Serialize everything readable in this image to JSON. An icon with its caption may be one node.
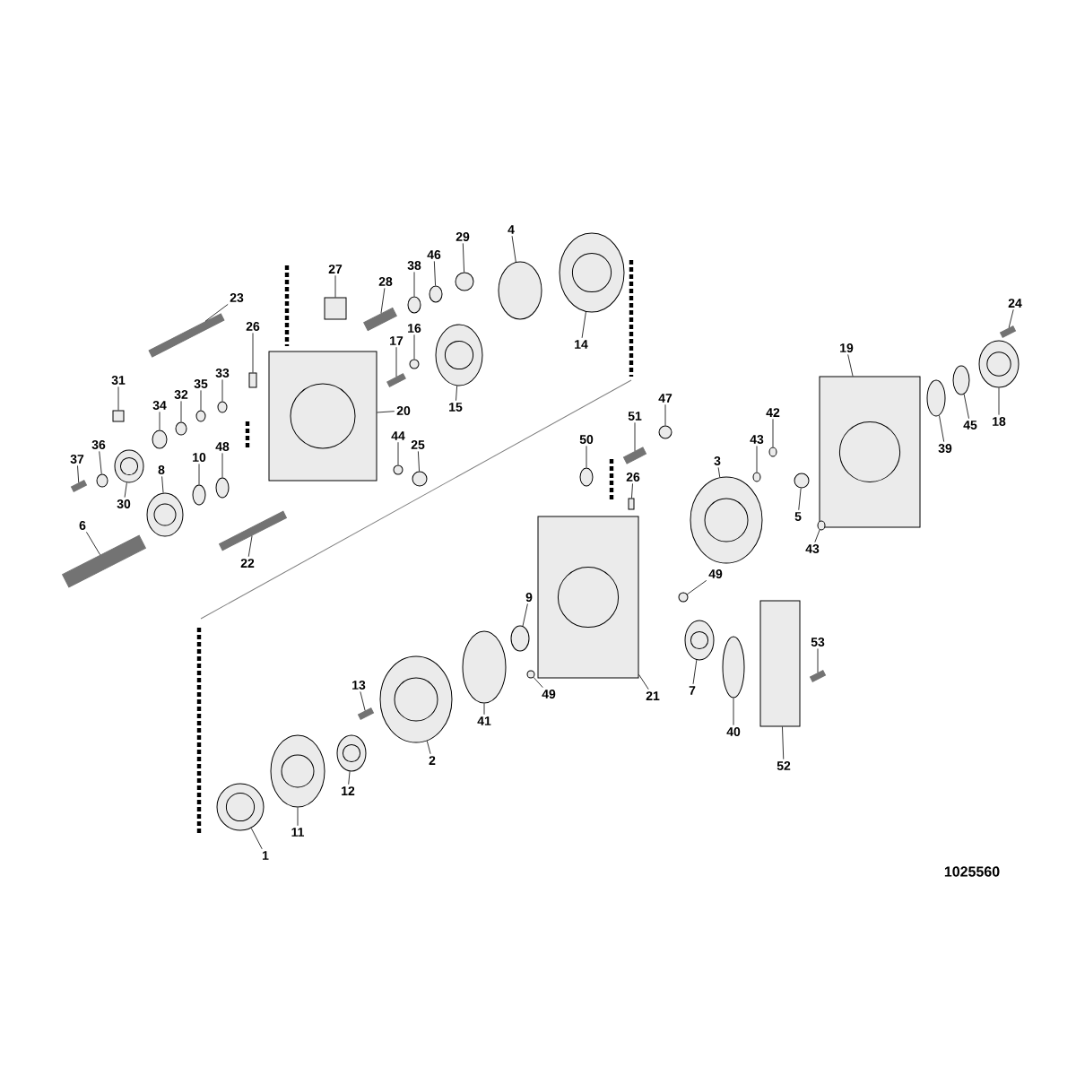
{
  "diagram": {
    "nodes": [
      {
        "text": [
          "23"
        ]
      },
      {
        "text": [
          "27"
        ]
      },
      {
        "text": [
          "28"
        ]
      },
      {
        "text": [
          "38"
        ]
      },
      {
        "text": [
          "46"
        ]
      },
      {
        "text": [
          "29"
        ]
      },
      {
        "text": [
          "4"
        ]
      },
      {
        "text": [
          "14"
        ]
      },
      {
        "text": [
          "26"
        ]
      },
      {
        "text": [
          "16"
        ]
      },
      {
        "text": [
          "17"
        ]
      },
      {
        "text": [
          "20"
        ]
      },
      {
        "text": [
          "15"
        ]
      },
      {
        "text": [
          "31"
        ]
      },
      {
        "text": [
          "34"
        ]
      },
      {
        "text": [
          "32"
        ]
      },
      {
        "text": [
          "35"
        ]
      },
      {
        "text": [
          "33"
        ]
      },
      {
        "text": [
          "36"
        ]
      },
      {
        "text": [
          "37"
        ]
      },
      {
        "text": [
          "48"
        ]
      },
      {
        "text": [
          "10"
        ]
      },
      {
        "text": [
          "8"
        ]
      },
      {
        "text": [
          "30"
        ]
      },
      {
        "text": [
          "44"
        ]
      },
      {
        "text": [
          "25"
        ]
      },
      {
        "text": [
          "6"
        ]
      },
      {
        "text": [
          "22"
        ]
      },
      {
        "text": [
          "24"
        ]
      },
      {
        "text": [
          "19"
        ]
      },
      {
        "text": [
          "42"
        ]
      },
      {
        "text": [
          "43"
        ]
      },
      {
        "text": [
          "45"
        ]
      },
      {
        "text": [
          "18"
        ]
      },
      {
        "text": [
          "39"
        ]
      },
      {
        "text": [
          "5"
        ]
      },
      {
        "text": [
          "43"
        ]
      },
      {
        "text": [
          "47"
        ]
      },
      {
        "text": [
          "51"
        ]
      },
      {
        "text": [
          "50"
        ]
      },
      {
        "text": [
          "26"
        ]
      },
      {
        "text": [
          "3"
        ]
      },
      {
        "text": [
          "49"
        ]
      },
      {
        "text": [
          "9"
        ]
      },
      {
        "text": [
          "49"
        ]
      },
      {
        "text": [
          "41"
        ]
      },
      {
        "text": [
          "21"
        ]
      },
      {
        "text": [
          "7"
        ]
      },
      {
        "text": [
          "40"
        ]
      },
      {
        "text": [
          "53"
        ]
      },
      {
        "text": [
          "52"
        ]
      },
      {
        "text": [
          "13"
        ]
      },
      {
        "text": [
          "2"
        ]
      },
      {
        "text": [
          "12"
        ]
      },
      {
        "text": [
          "11"
        ]
      },
      {
        "text": [
          "1"
        ]
      },
      {
        "text": [],
        "shape": "bar"
      },
      {
        "text": [],
        "shape": "box"
      },
      {
        "text": [],
        "shape": "bar"
      },
      {
        "text": [],
        "shape": "circle"
      },
      {
        "text": [],
        "shape": "circle"
      },
      {
        "text": [],
        "shape": "circle"
      },
      {
        "text": [],
        "shape": "circle"
      },
      {
        "text": [],
        "shape": "circle"
      },
      {
        "text": [],
        "shape": "box"
      },
      {
        "text": [],
        "shape": "circle"
      },
      {
        "text": [],
        "shape": "bar"
      },
      {
        "text": [],
        "shape": "box"
      },
      {
        "text": [],
        "shape": "circle"
      },
      {
        "text": [],
        "shape": "box"
      },
      {
        "text": [],
        "shape": "circle"
      },
      {
        "text": [],
        "shape": "circle"
      },
      {
        "text": [],
        "shape": "circle"
      },
      {
        "text": [],
        "shape": "circle"
      },
      {
        "text": [],
        "shape": "circle"
      },
      {
        "text": [],
        "shape": "bar"
      },
      {
        "text": [],
        "shape": "circle"
      },
      {
        "text": [],
        "shape": "circle"
      },
      {
        "text": [],
        "shape": "circle"
      },
      {
        "text": [],
        "shape": "circle"
      },
      {
        "text": [],
        "shape": "circle"
      },
      {
        "text": [],
        "shape": "circle"
      },
      {
        "text": [],
        "shape": "bar"
      },
      {
        "text": [],
        "shape": "bar"
      },
      {
        "text": [],
        "shape": "bar"
      },
      {
        "text": [],
        "shape": "box"
      },
      {
        "text": [],
        "shape": "circle"
      },
      {
        "text": [],
        "shape": "circle"
      },
      {
        "text": [],
        "shape": "circle"
      },
      {
        "text": [],
        "shape": "circle"
      },
      {
        "text": [],
        "shape": "circle"
      },
      {
        "text": [],
        "shape": "circle"
      },
      {
        "text": [],
        "shape": "circle"
      },
      {
        "text": [],
        "shape": "circle"
      },
      {
        "text": [],
        "shape": "bar"
      },
      {
        "text": [],
        "shape": "circle"
      },
      {
        "text": [],
        "shape": "box"
      },
      {
        "text": [],
        "shape": "circle"
      },
      {
        "text": [],
        "shape": "circle"
      },
      {
        "text": [],
        "shape": "circle"
      },
      {
        "text": [],
        "shape": "circle"
      },
      {
        "text": [],
        "shape": "circle"
      },
      {
        "text": [],
        "shape": "box"
      },
      {
        "text": [],
        "shape": "circle"
      },
      {
        "text": [],
        "shape": "circle"
      },
      {
        "text": [],
        "shape": "bar"
      },
      {
        "text": [],
        "shape": "box"
      },
      {
        "text": [],
        "shape": "bar"
      },
      {
        "text": [],
        "shape": "circle"
      },
      {
        "text": [],
        "shape": "circle"
      },
      {
        "text": [],
        "shape": "circle"
      },
      {
        "text": [],
        "shape": "circle"
      }
    ],
    "edges": [
      {
        "from": 0,
        "to": 56,
        "arrow": "none"
      },
      {
        "from": 1,
        "to": 57,
        "arrow": "none"
      },
      {
        "from": 2,
        "to": 58,
        "arrow": "none"
      },
      {
        "from": 3,
        "to": 59,
        "arrow": "none"
      },
      {
        "from": 4,
        "to": 60,
        "arrow": "none"
      },
      {
        "from": 5,
        "to": 61,
        "arrow": "none"
      },
      {
        "from": 6,
        "to": 62,
        "arrow": "none"
      },
      {
        "from": 7,
        "to": 63,
        "arrow": "none"
      },
      {
        "from": 8,
        "to": 64,
        "arrow": "none"
      },
      {
        "from": 9,
        "to": 65,
        "arrow": "none"
      },
      {
        "from": 10,
        "to": 66,
        "arrow": "none"
      },
      {
        "from": 11,
        "to": 67,
        "arrow": "none"
      },
      {
        "from": 12,
        "to": 68,
        "arrow": "none"
      },
      {
        "from": 13,
        "to": 69,
        "arrow": "none"
      },
      {
        "from": 14,
        "to": 70,
        "arrow": "none"
      },
      {
        "from": 15,
        "to": 71,
        "arrow": "none"
      },
      {
        "from": 16,
        "to": 72,
        "arrow": "none"
      },
      {
        "from": 17,
        "to": 73,
        "arrow": "none"
      },
      {
        "from": 18,
        "to": 74,
        "arrow": "none"
      },
      {
        "from": 19,
        "to": 75,
        "arrow": "none"
      },
      {
        "from": 20,
        "to": 76,
        "arrow": "none"
      },
      {
        "from": 21,
        "to": 77,
        "arrow": "none"
      },
      {
        "from": 22,
        "to": 78,
        "arrow": "none"
      },
      {
        "from": 23,
        "to": 79,
        "arrow": "none"
      },
      {
        "from": 24,
        "to": 80,
        "arrow": "none"
      },
      {
        "from": 25,
        "to": 81,
        "arrow": "none"
      },
      {
        "from": 26,
        "to": 82,
        "arrow": "none"
      },
      {
        "from": 27,
        "to": 83,
        "arrow": "none"
      },
      {
        "from": 28,
        "to": 84,
        "arrow": "none"
      },
      {
        "from": 29,
        "to": 85,
        "arrow": "none"
      },
      {
        "from": 30,
        "to": 86,
        "arrow": "none"
      },
      {
        "from": 31,
        "to": 87,
        "arrow": "none"
      },
      {
        "from": 32,
        "to": 88,
        "arrow": "none"
      },
      {
        "from": 33,
        "to": 89,
        "arrow": "none"
      },
      {
        "from": 34,
        "to": 90,
        "arrow": "none"
      },
      {
        "from": 35,
        "to": 91,
        "arrow": "none"
      },
      {
        "from": 36,
        "to": 92,
        "arrow": "none"
      },
      {
        "from": 37,
        "to": 93,
        "arrow": "none"
      },
      {
        "from": 38,
        "to": 94,
        "arrow": "none"
      },
      {
        "from": 39,
        "to": 95,
        "arrow": "none"
      },
      {
        "from": 40,
        "to": 96,
        "arrow": "none"
      },
      {
        "from": 41,
        "to": 97,
        "arrow": "none"
      },
      {
        "from": 42,
        "to": 98,
        "arrow": "none"
      },
      {
        "from": 43,
        "to": 99,
        "arrow": "none"
      },
      {
        "from": 44,
        "to": 100,
        "arrow": "none"
      },
      {
        "from": 45,
        "to": 101,
        "arrow": "none"
      },
      {
        "from": 46,
        "to": 102,
        "arrow": "none"
      },
      {
        "from": 47,
        "to": 103,
        "arrow": "none"
      },
      {
        "from": 48,
        "to": 104,
        "arrow": "none"
      },
      {
        "from": 49,
        "to": 105,
        "arrow": "none"
      },
      {
        "from": 50,
        "to": 106,
        "arrow": "none"
      },
      {
        "from": 51,
        "to": 107,
        "arrow": "none"
      },
      {
        "from": 52,
        "to": 108,
        "arrow": "none"
      },
      {
        "from": 53,
        "to": 109,
        "arrow": "none"
      },
      {
        "from": 54,
        "to": 110,
        "arrow": "none"
      },
      {
        "from": 55,
        "to": 111,
        "arrow": "none"
      }
    ],
    "labels": [
      "1025560"
    ]
  }
}
